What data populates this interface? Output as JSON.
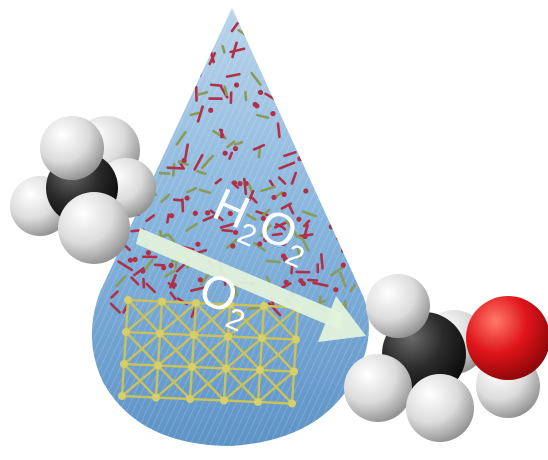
{
  "labels": {
    "h2o2": {
      "part1": "H",
      "sub1": "2",
      "part2": "O",
      "sub2": "2"
    },
    "o2": {
      "part1": "O",
      "sub1": "2"
    }
  },
  "colors": {
    "drop_blue": "#7fb0dc",
    "drop_blue_dark": "#5a8fc4",
    "zeolite_red": "#b03048",
    "zeolite_green": "#8a9a58",
    "lattice_gold": "#c9c15a",
    "arrow_green": "#dff0d8",
    "carbon": "#2a2a2a",
    "hydrogen": "#e8e8e8",
    "oxygen": "#e0151b"
  },
  "icons": [
    "methane-molecule-icon",
    "methanol-molecule-icon",
    "zeolite-framework-icon",
    "metal-lattice-icon",
    "reaction-arrow-icon"
  ]
}
